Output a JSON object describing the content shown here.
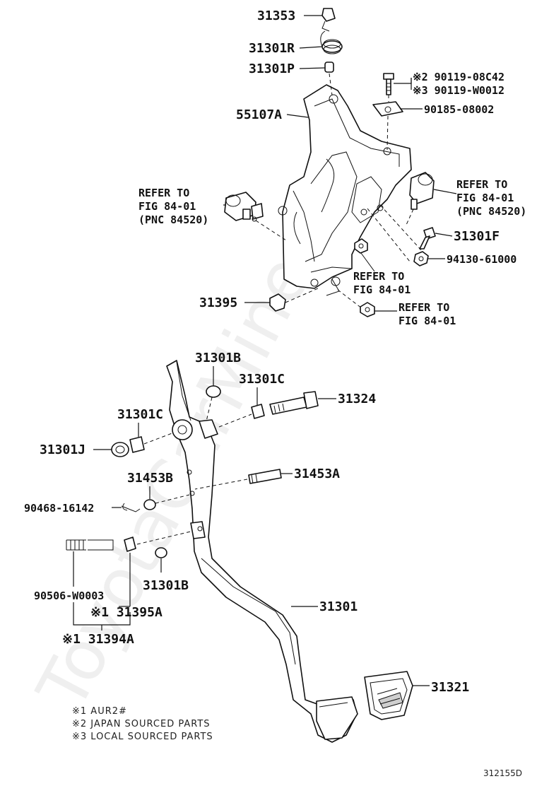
{
  "watermark": "ToyotaCarMine.ru",
  "diagram_code": "312155D",
  "labels": {
    "p31353": "31353",
    "p31301R": "31301R",
    "p31301P": "31301P",
    "p55107A": "55107A",
    "p90119_08C42": "※2 90119-08C42",
    "p90119_W0012": "※3 90119-W0012",
    "p90185": "90185-08002",
    "ref_left_1": "REFER TO",
    "ref_left_2": "FIG 84-01",
    "ref_left_3": "(PNC 84520)",
    "ref_right_1": "REFER TO",
    "ref_right_2": "FIG 84-01",
    "ref_right_3": "(PNC 84520)",
    "p31301F": "31301F",
    "p94130": "94130-61000",
    "ref_mid_1": "REFER TO",
    "ref_mid_2": "FIG 84-01",
    "p31395": "31395",
    "ref_low_1": "REFER TO",
    "ref_low_2": "FIG 84-01",
    "p31301B_top": "31301B",
    "p31301C_right": "31301C",
    "p31324": "31324",
    "p31301C_left": "31301C",
    "p31301J": "31301J",
    "p31453B": "31453B",
    "p31453A": "31453A",
    "p90468": "90468-16142",
    "p31301B_bottom": "31301B",
    "p90506": "90506-W0003",
    "p31395A": "※1 31395A",
    "p31394A": "※1 31394A",
    "p31301": "31301",
    "p31321": "31321"
  },
  "notes": [
    "※1  AUR2#",
    "※2  JAPAN SOURCED PARTS",
    "※3  LOCAL SOURCED PARTS"
  ]
}
